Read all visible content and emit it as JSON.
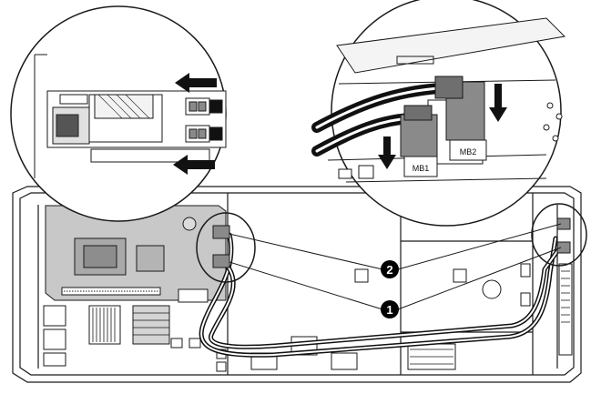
{
  "diagram": {
    "callouts": [
      {
        "number": "1"
      },
      {
        "number": "2"
      }
    ],
    "connector_labels": {
      "mb1": "MB1",
      "mb2": "MB2"
    },
    "colors": {
      "board": "#c8c8c8",
      "line": "#1a1a1a",
      "cable": "#111111",
      "callout_fill": "#000000",
      "callout_text": "#ffffff",
      "connector": "#8a8a8a"
    }
  }
}
